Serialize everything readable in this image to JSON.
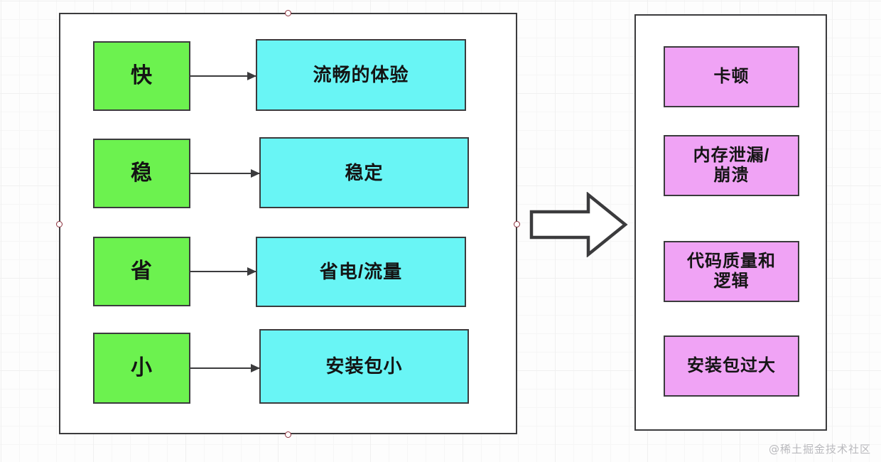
{
  "diagram": {
    "title": "",
    "left_panel": {
      "name": "goals-panel",
      "rows": [
        {
          "principle": "快",
          "outcome": "流畅的体验"
        },
        {
          "principle": "稳",
          "outcome": "稳定"
        },
        {
          "principle": "省",
          "outcome": "省电/流量"
        },
        {
          "principle": "小",
          "outcome": "安装包小"
        }
      ]
    },
    "transition": {
      "name": "block-arrow",
      "direction": "right"
    },
    "right_panel": {
      "name": "problems-panel",
      "items": [
        {
          "label": "卡顿"
        },
        {
          "label": "内存泄漏/\n崩溃"
        },
        {
          "label": "代码质量和\n逻辑"
        },
        {
          "label": "安装包过大"
        }
      ]
    },
    "watermark": "@稀土掘金技术社区",
    "colors": {
      "principle_fill": "#6cf24f",
      "outcome_fill": "#69f5f5",
      "problem_fill": "#f0a3f5",
      "stroke": "#3b3b3d",
      "handle_stroke": "#8c2f3c",
      "watermark_text": "#b9b9bd"
    }
  }
}
